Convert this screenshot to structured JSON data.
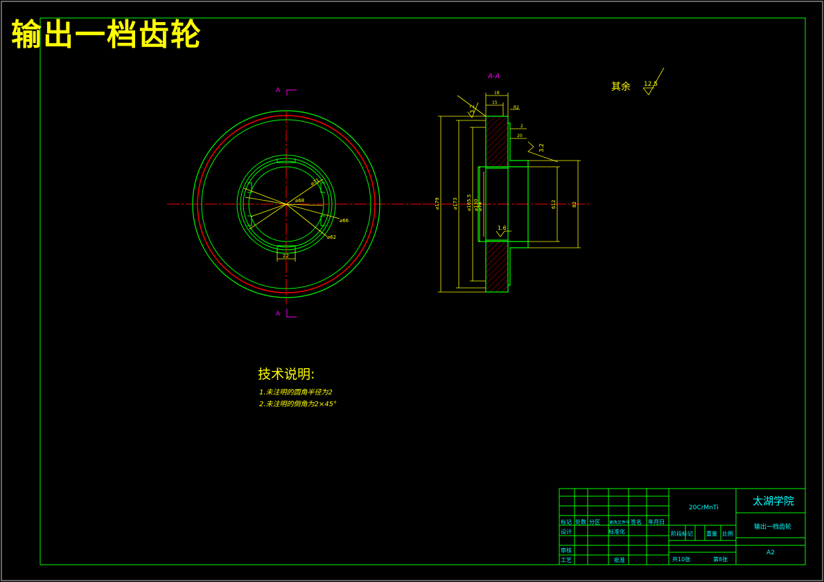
{
  "title": "输出一档齿轮",
  "colors": {
    "background": "#000000",
    "frame": "#00ff00",
    "geometry": "#00ff00",
    "dimension": "#ffff00",
    "centerline": "#ff0000",
    "section_label": "#ff00ff",
    "title_text": "#ffff00",
    "titleblock_text": "#00ffff"
  },
  "front_view": {
    "section_label_top": "A",
    "section_label_bottom": "A",
    "dims": {
      "d1": "⌀71",
      "d2": "⌀68",
      "d3": "⌀66",
      "d4": "⌀62",
      "keyway": "22"
    }
  },
  "section_view": {
    "label": "A-A",
    "roughness_rest_label": "其余",
    "roughness_rest_value": "12.5",
    "roughness_1": "3.2",
    "roughness_2": "3.2",
    "roughness_3": "1.6",
    "dims": {
      "w1": "18",
      "w2": "15",
      "w3": "R2",
      "w4": "2",
      "w5": "20",
      "od1": "⌀179",
      "od2": "⌀173",
      "od3": "⌀165.5",
      "od4": "⌀130",
      "od5": "⌀74",
      "bore1": "612",
      "bore2": "82"
    }
  },
  "notes": {
    "heading": "技术说明:",
    "items": [
      "1.未注明的圆角半径为2",
      "2.未注明的倒角为2×45°"
    ]
  },
  "title_block": {
    "material": "20CrMnTi",
    "school": "太湖学院",
    "part_name": "输出一档齿轮",
    "drawing_no": "A2",
    "sheet_total": "共10张",
    "sheet_no": "第8张",
    "row_labels": {
      "mark": "标记",
      "count": "处数",
      "zone": "分区",
      "change_doc": "更改文件号",
      "sign": "签名",
      "date": "年月日",
      "design": "设计",
      "standardize": "标准化",
      "review": "审核",
      "process": "工艺",
      "approve": "批准",
      "stage_label": "阶段标记",
      "weight": "重量",
      "scale": "比例"
    }
  }
}
